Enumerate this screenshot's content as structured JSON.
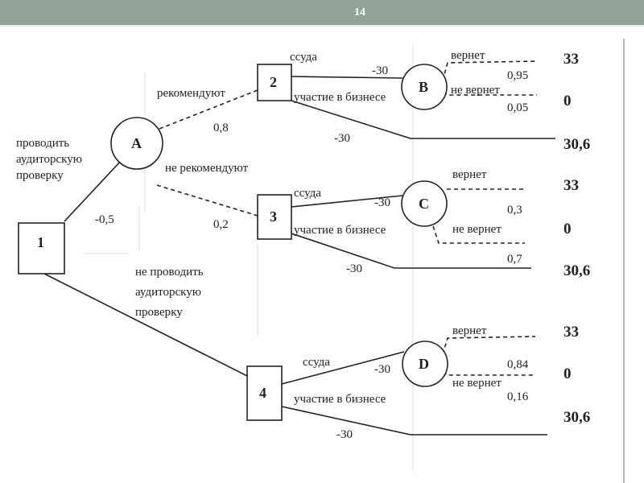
{
  "slide_number": "14",
  "nodes": {
    "n1": "1",
    "n2": "2",
    "n3": "3",
    "n4": "4",
    "A": "A",
    "B": "B",
    "C": "C",
    "D": "D"
  },
  "labels": {
    "audit_yes": [
      "проводить",
      "аудиторскую",
      "проверку"
    ],
    "audit_no": [
      "не проводить",
      "аудиторскую",
      "проверку"
    ],
    "audit_cost": "-0,5",
    "recommend": "рекомендуют",
    "recommend_p": "0,8",
    "not_recommend": "не рекомендуют",
    "not_recommend_p": "0,2",
    "loan": "ссуда",
    "business": "участие в бизнесе",
    "cost": "-30",
    "repay": "вернет",
    "not_repay": "не вернет"
  },
  "probabilities": {
    "B": [
      "0,95",
      "0,05"
    ],
    "C": [
      "0,3",
      "0,7"
    ],
    "D": [
      "0,84",
      "0,16"
    ]
  },
  "outcomes": [
    "33",
    "0",
    "30,6",
    "33",
    "0",
    "30,6",
    "33",
    "0",
    "30,6"
  ]
}
